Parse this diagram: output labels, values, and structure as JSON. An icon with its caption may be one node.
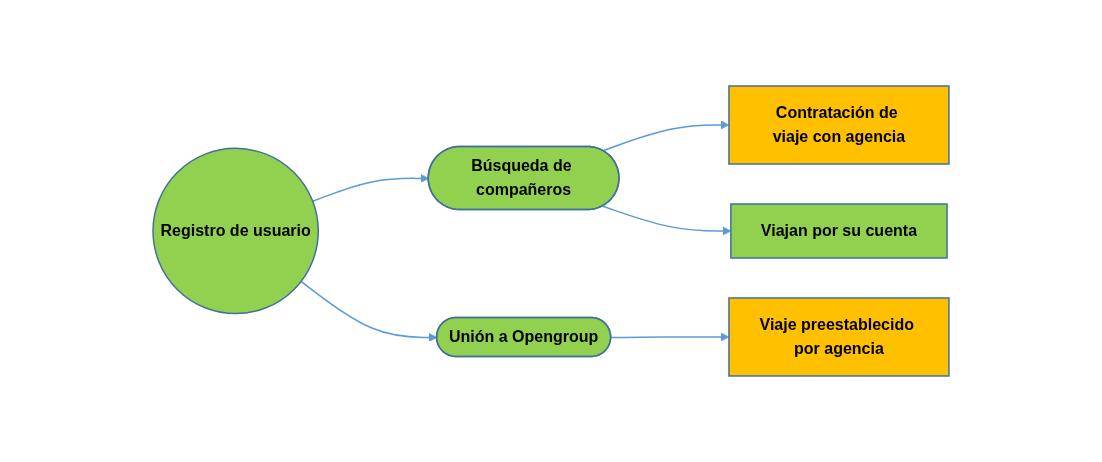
{
  "diagram": {
    "nodes": [
      {
        "text": [
          "Registro de usuario"
        ]
      },
      {
        "text": [
          "Búsqueda de compañeros"
        ]
      },
      {
        "text": [
          "Unión a Opengroup"
        ]
      },
      {
        "text": [
          "Contratación de viaje con agencia"
        ]
      },
      {
        "text": [
          "Viajan por su cuenta"
        ]
      },
      {
        "text": [
          "Viaje preestablecido por agencia"
        ]
      }
    ],
    "edges": [
      {
        "from": 0,
        "to": 1,
        "arrow": "to"
      },
      {
        "from": 0,
        "to": 2,
        "arrow": "to"
      },
      {
        "from": 1,
        "to": 3,
        "arrow": "to"
      },
      {
        "from": 1,
        "to": 4,
        "arrow": "to"
      },
      {
        "from": 2,
        "to": 5,
        "arrow": "to"
      }
    ]
  }
}
